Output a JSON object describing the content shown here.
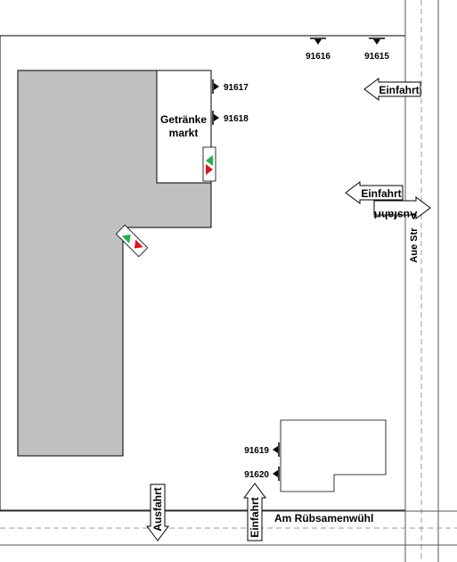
{
  "building": {
    "name_line1": "Getränke",
    "name_line2": "markt"
  },
  "doors": [
    {
      "id": "91617"
    },
    {
      "id": "91618"
    },
    {
      "id": "91616"
    },
    {
      "id": "91615"
    },
    {
      "id": "91619"
    },
    {
      "id": "91620"
    }
  ],
  "streets": {
    "east": "Aue Str",
    "south": "Am Rübsamenwühl"
  },
  "access_arrows": {
    "entry_east_top": "Einfahrt",
    "entry_east_mid": "Einfahrt",
    "exit_east_mid": "Ausfahrt",
    "exit_south": "Ausfahrt",
    "entry_south": "Einfahrt"
  },
  "colors": {
    "building_fill": "#c0c0c0",
    "signal_green": "#22b14c",
    "signal_red": "#e0141e"
  }
}
